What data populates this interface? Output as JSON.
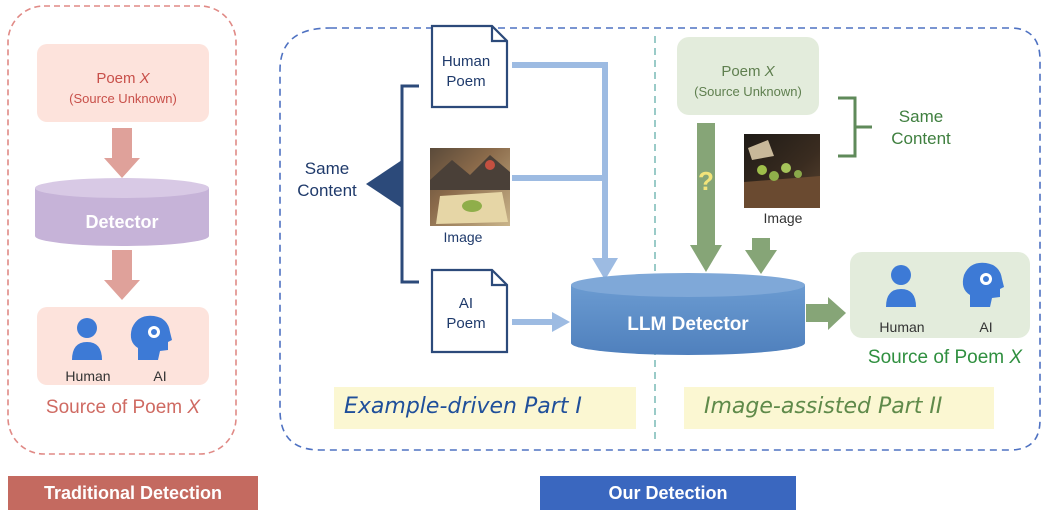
{
  "traditional": {
    "poem_title": "Poem ",
    "poem_var": "X",
    "poem_sub": "(Source Unknown)",
    "detector": "Detector",
    "human": "Human",
    "ai": "AI",
    "source_label": "Source of Poem ",
    "source_var": "X",
    "banner": "Traditional Detection",
    "banner_color": "#c46a60"
  },
  "ours": {
    "human_poem_line1": "Human",
    "human_poem_line2": "Poem",
    "ai_poem_line1": "AI",
    "ai_poem_line2": "Poem",
    "same_content_left_1": "Same",
    "same_content_left_2": "Content",
    "image_label_left": "Image",
    "llm_detector": "LLM Detector",
    "poem_title": "Poem ",
    "poem_var": "X",
    "poem_sub": "(Source Unknown)",
    "question_mark": "?",
    "same_content_right_1": "Same",
    "same_content_right_2": "Content",
    "image_label_right": "Image",
    "human": "Human",
    "ai": "AI",
    "source_label": "Source of Poem ",
    "source_var": "X",
    "part1": "Example-driven Part I",
    "part2": "Image-assisted Part II",
    "banner": "Our Detection",
    "banner_color": "#3a67bf"
  }
}
